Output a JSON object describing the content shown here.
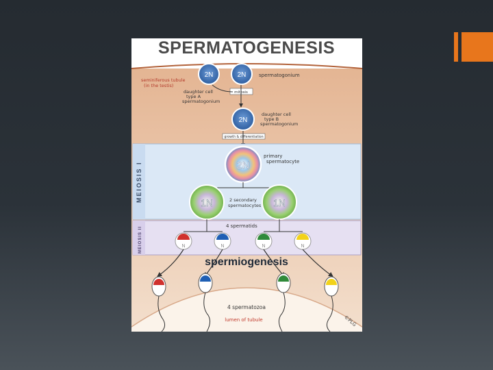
{
  "diagram": {
    "title": "SPERMATOGENESIS",
    "labels": {
      "tubule": [
        "seminiferous tubule",
        "(in the testis)"
      ],
      "spermatogonium": "spermatogonium",
      "daughter_a": [
        "daughter cell",
        "type A",
        "spermatogonium"
      ],
      "mitosis": "mitosis",
      "daughter_b": [
        "daughter cell",
        "type B",
        "spermatogonium"
      ],
      "growth": "growth & differentiation",
      "primary": [
        "primary",
        "spermatocyte"
      ],
      "secondary": [
        "2 secondary",
        "spermatocytes"
      ],
      "spermatids": "4 spermatids",
      "spermiogenesis": "spermiogenesis",
      "spermatozoa": "4 spermatozoa",
      "lumen": "lumen of tubule",
      "copyright": "©PLG",
      "meiosis1": "MEIOSIS I",
      "meiosis2": "MEIOSIS II"
    },
    "cells": {
      "two_n": "2N",
      "one_n": "1N",
      "n": "N"
    },
    "colors": {
      "tubule_wall": "#e9c4a5",
      "cell_blue": "#3b6fb6",
      "meiosis1_band": "#dbe8f6",
      "meiosis2_band": "#e6e0f2",
      "secondary_cell": "#8fcf6a",
      "accent": "#e8761c",
      "chromatid_colors": [
        "#d0312d",
        "#1f5fb4",
        "#2f8a3a",
        "#f2d21a"
      ]
    }
  }
}
